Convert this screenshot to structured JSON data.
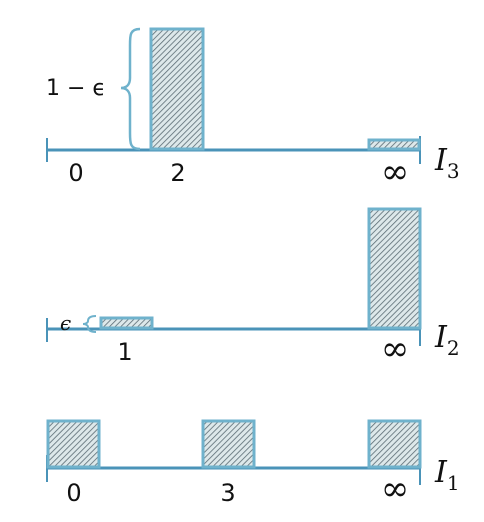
{
  "colors": {
    "axis": "#4a93b8",
    "bar_fill": "#dde8ea",
    "bar_hatch": "#5a6b73",
    "bar_stroke": "#6fb2cc",
    "brace": "#6fb2cc",
    "text": "#111111"
  },
  "panels": [
    {
      "id": "I3",
      "label_main": "I",
      "label_sub": "3",
      "ticks": [
        "0",
        "2"
      ],
      "infinity": "∞",
      "bars": [
        {
          "position": "2",
          "mass": "1 − ε",
          "level": 1.0
        },
        {
          "position": "∞",
          "mass": "ε",
          "level": 0.08
        }
      ],
      "annotation": "1 − ϵ"
    },
    {
      "id": "I2",
      "label_main": "I",
      "label_sub": "2",
      "ticks": [
        "1"
      ],
      "infinity": "∞",
      "bars": [
        {
          "position": "1",
          "mass": "ε",
          "level": 0.08
        },
        {
          "position": "∞",
          "mass": "1 − ε",
          "level": 1.0
        }
      ],
      "annotation": "ϵ"
    },
    {
      "id": "I1",
      "label_main": "I",
      "label_sub": "1",
      "ticks": [
        "0",
        "3"
      ],
      "infinity": "∞",
      "bars": [
        {
          "position": "0",
          "mass": "1/3",
          "level": 0.4
        },
        {
          "position": "3",
          "mass": "1/3",
          "level": 0.4
        },
        {
          "position": "∞",
          "mass": "1/3",
          "level": 0.4
        }
      ],
      "annotation": ""
    }
  ]
}
